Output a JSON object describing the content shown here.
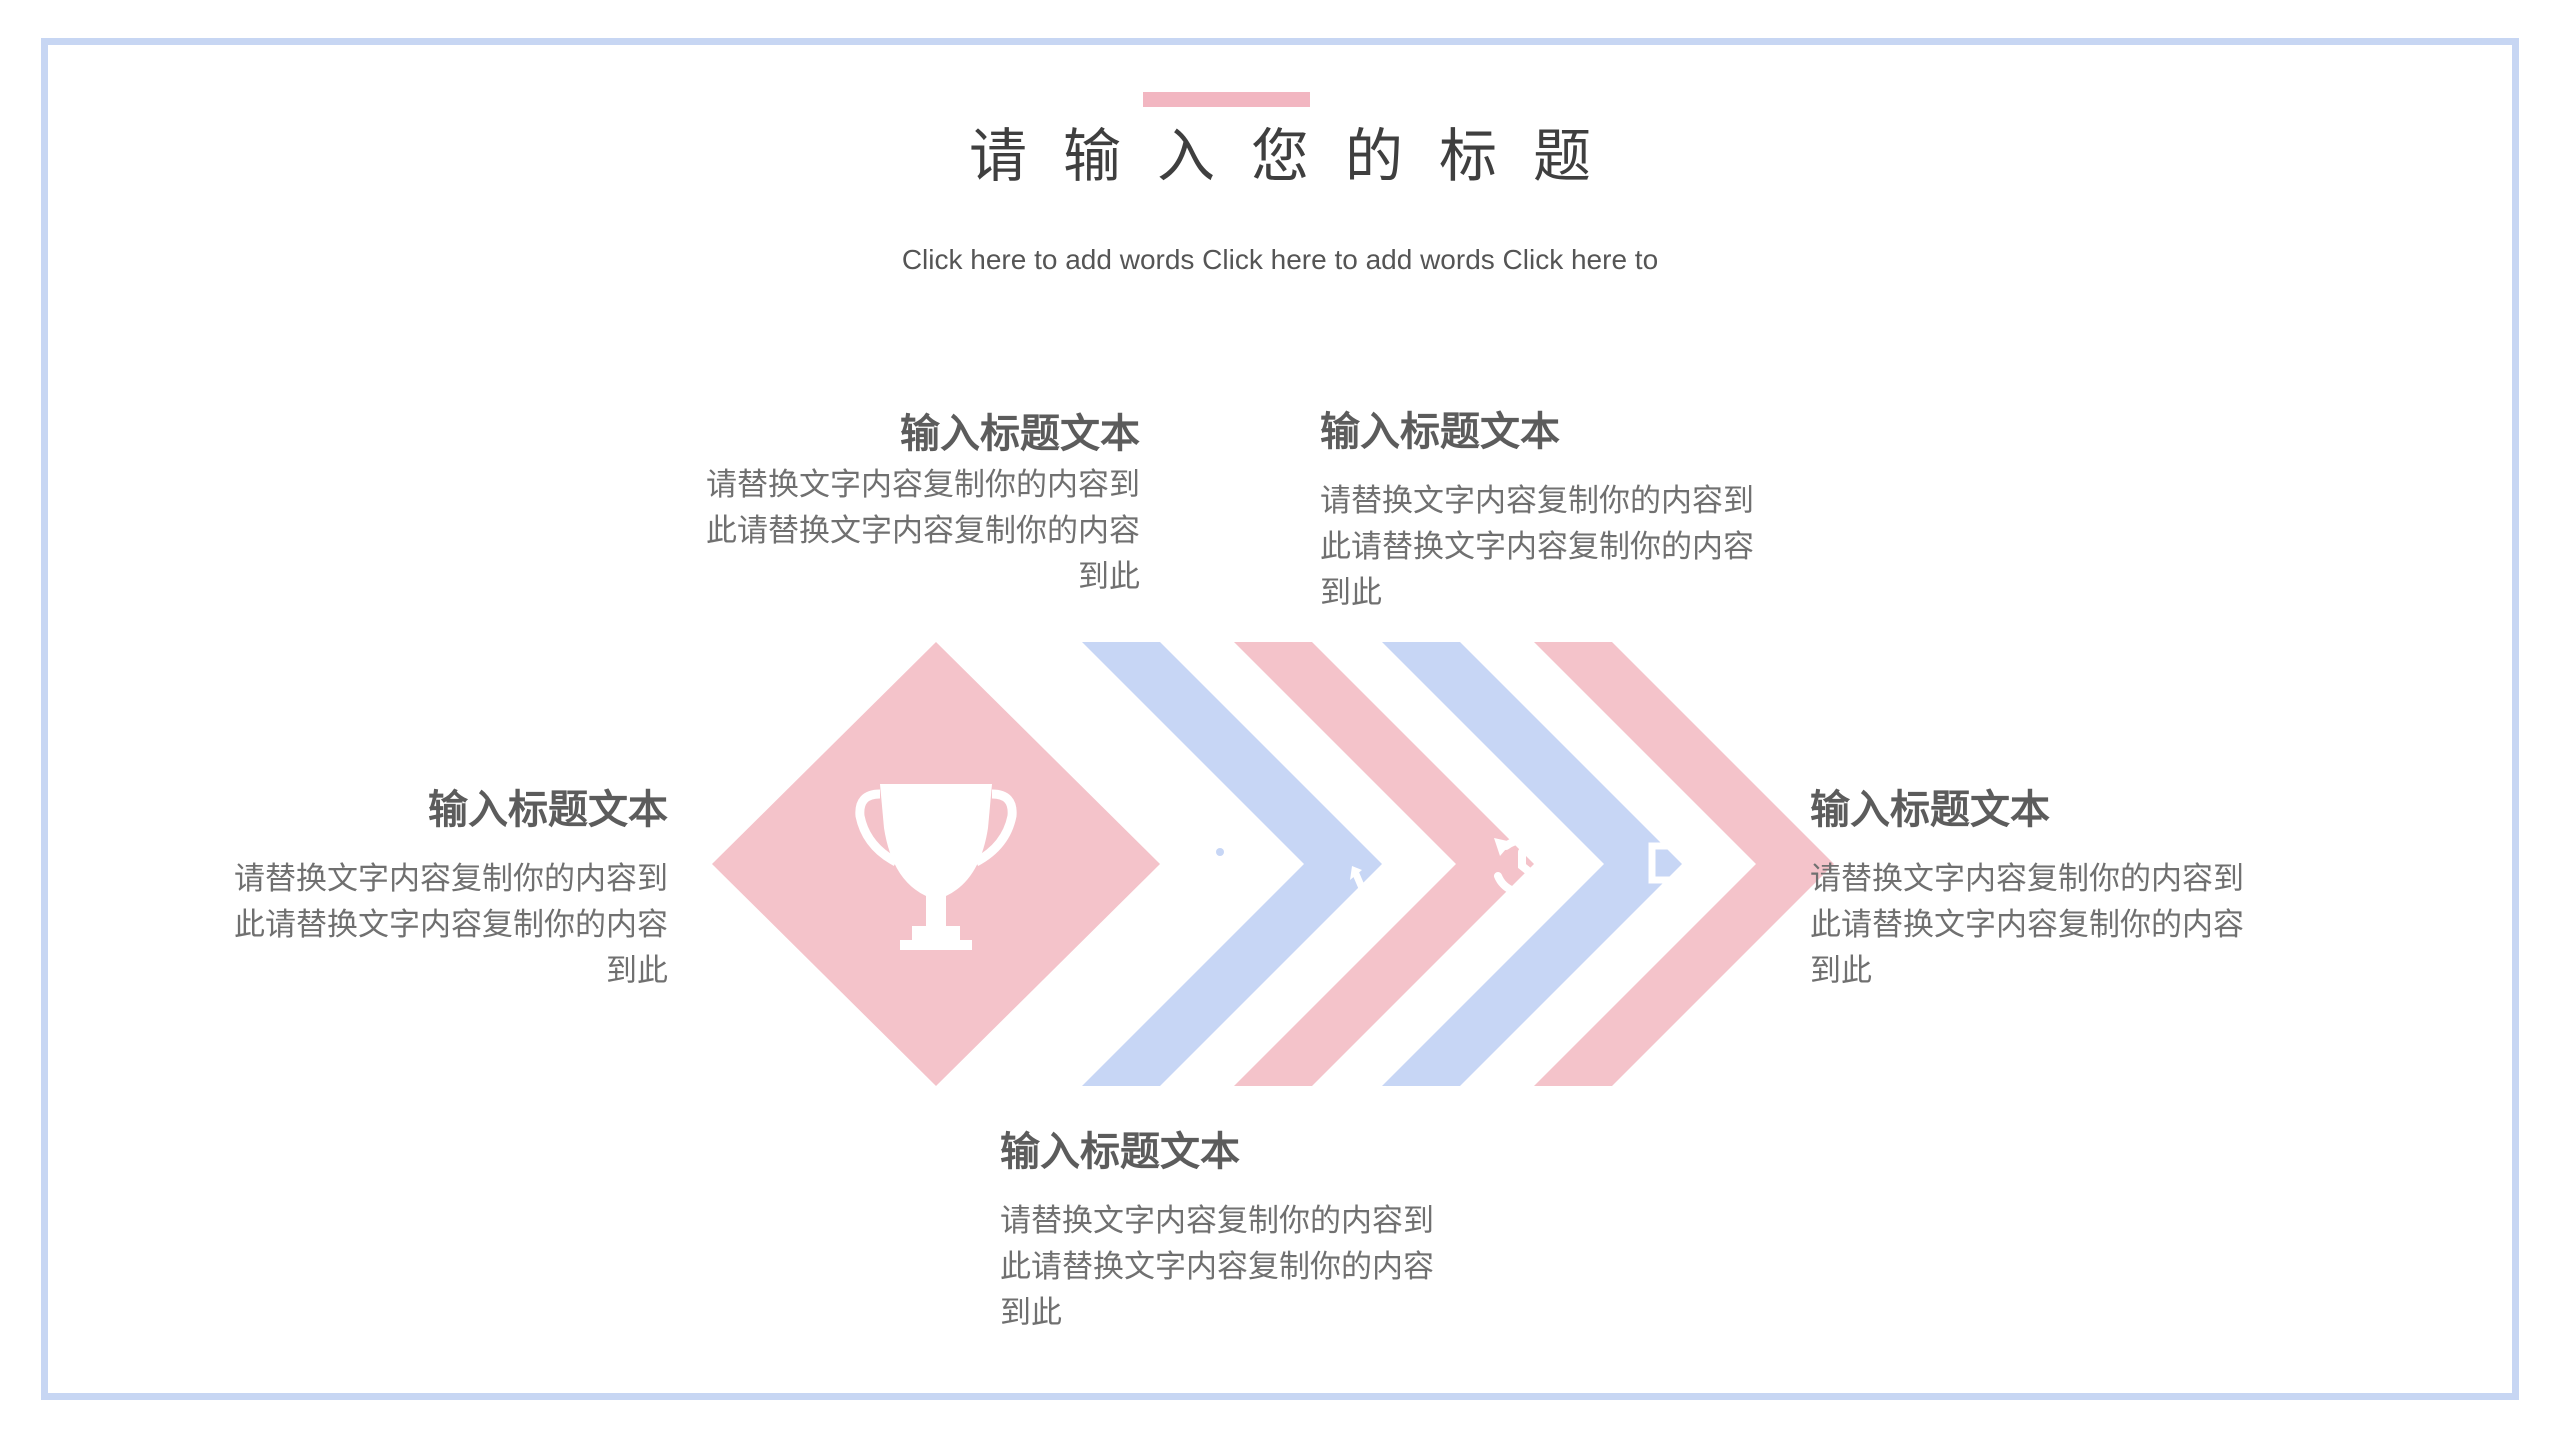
{
  "slide": {
    "title": "请输入您的标题",
    "subtitle": "Click here to add words Click here to add words Click here to"
  },
  "items": [
    {
      "heading": "输入标题文本",
      "body": "请替换文字内容复制你的内容到此请替换文字内容复制你的内容到此"
    },
    {
      "heading": "输入标题文本",
      "body": "请替换文字内容复制你的内容到此请替换文字内容复制你的内容到此"
    },
    {
      "heading": "输入标题文本",
      "body": "请替换文字内容复制你的内容到此请替换文字内容复制你的内容到此"
    },
    {
      "heading": "输入标题文本",
      "body": "请替换文字内容复制你的内容到此请替换文字内容复制你的内容到此"
    },
    {
      "heading": "输入标题文本",
      "body": "请替换文字内容复制你的内容到此请替换文字内容复制你的内容到此"
    }
  ],
  "icons": [
    "trophy-icon",
    "tag-icon",
    "recycle-icon",
    "history-icon",
    "monitor-icon"
  ],
  "colors": {
    "pink": "#f4c3ca",
    "blue": "#c7d6f5",
    "frame": "#c7d6f3",
    "accent_bar": "#f2b6c1"
  }
}
